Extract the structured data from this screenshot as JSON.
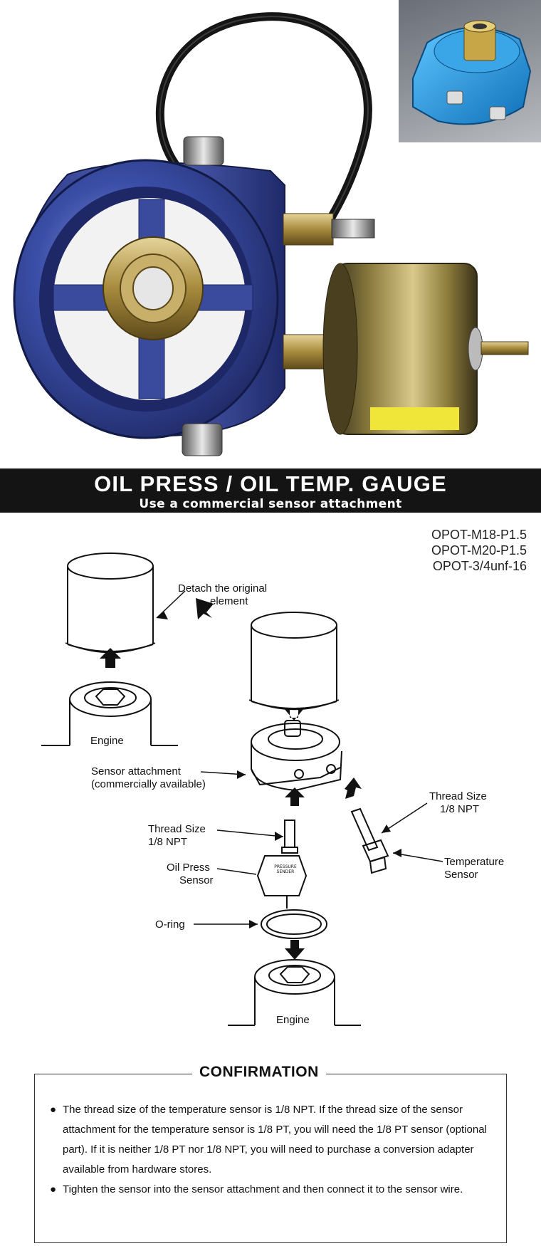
{
  "banner": {
    "title": "OIL PRESS / OIL TEMP. GAUGE",
    "subtitle": "Use a commercial sensor attachment"
  },
  "models": [
    "OPOT-M18-P1.5",
    "OPOT-M20-P1.5",
    "OPOT-3/4unf-16"
  ],
  "diagram": {
    "detach_line1": "Detach the original",
    "detach_line2": "element",
    "engine_top": "Engine",
    "engine_bottom": "Engine",
    "sensor_attachment_line1": "Sensor attachment",
    "sensor_attachment_line2": "(commercially available)",
    "thread_left_line1": "Thread Size",
    "thread_left_line2": "1/8 NPT",
    "thread_right_line1": "Thread Size",
    "thread_right_line2": "1/8 NPT",
    "oil_press_line1": "Oil Press",
    "oil_press_line2": "Sensor",
    "temp_line1": "Temperature",
    "temp_line2": "Sensor",
    "oring": "O-ring",
    "pressure_sender_line1": "PRESSURE",
    "pressure_sender_line2": "SENDER"
  },
  "confirmation": {
    "title": "CONFIRMATION",
    "bullet_glyph": "●",
    "items": [
      "The thread size of the temperature sensor is 1/8 NPT.  If the thread size of the sensor attachment for the temperature sensor is 1/8 PT, you will need the 1/8 PT sensor (optional part). If it is neither 1/8 PT nor 1/8 NPT, you will need to purchase a conversion adapter available from hardware stores.",
      "Tighten the sensor into the sensor attachment and then connect it to the sensor wire."
    ]
  },
  "colors": {
    "banner_bg": "#141414",
    "adapter_blue": "#3b4fa8",
    "brass": "#b59a4e"
  }
}
